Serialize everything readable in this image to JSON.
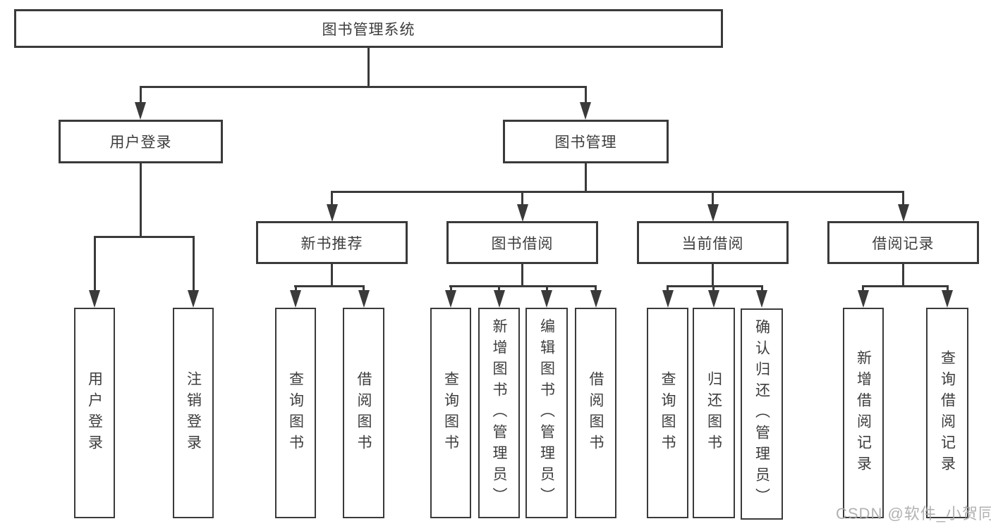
{
  "diagram": {
    "root": {
      "label": "图书管理系统"
    },
    "branches": [
      {
        "label": "用户登录",
        "children": [
          {
            "label": "用户登录"
          },
          {
            "label": "注销登录"
          }
        ]
      },
      {
        "label": "图书管理",
        "groups": [
          {
            "label": "新书推荐",
            "children": [
              {
                "label": "查询图书"
              },
              {
                "label": "借阅图书"
              }
            ]
          },
          {
            "label": "图书借阅",
            "children": [
              {
                "label": "查询图书"
              },
              {
                "label": "新增图书（管理员）"
              },
              {
                "label": "编辑图书（管理员）"
              },
              {
                "label": "借阅图书"
              }
            ]
          },
          {
            "label": "当前借阅",
            "children": [
              {
                "label": "查询图书"
              },
              {
                "label": "归还图书"
              },
              {
                "label": "确认归还（管理员）"
              }
            ]
          },
          {
            "label": "借阅记录",
            "children": [
              {
                "label": "新增借阅记录"
              },
              {
                "label": "查询借阅记录"
              }
            ]
          }
        ]
      }
    ]
  },
  "watermark": {
    "label": "CSDN @软件_小贺同学"
  },
  "colors": {
    "line": "#3a3a3a",
    "text": "#3d3d3d",
    "box_background": "#ffffff",
    "page_background": "#ffffff",
    "watermark": "#a8a8a8"
  }
}
